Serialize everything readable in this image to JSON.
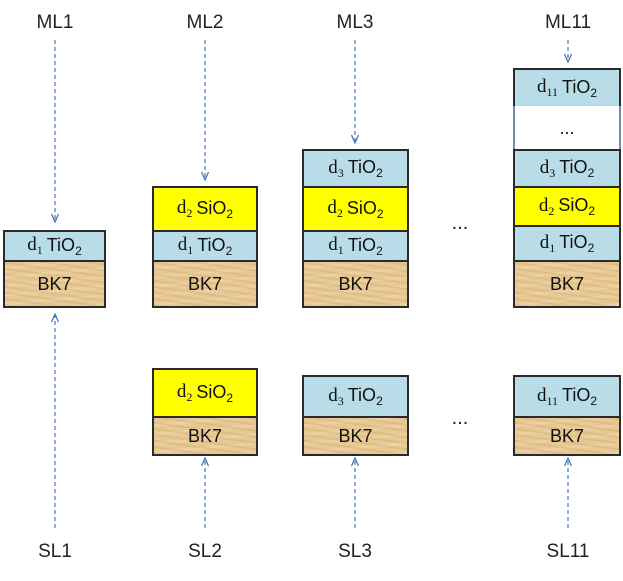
{
  "top_labels": [
    "ML1",
    "ML2",
    "ML3",
    "ML11"
  ],
  "bottom_labels": [
    "SL1",
    "SL2",
    "SL3",
    "SL11"
  ],
  "ellipsis": "...",
  "gap_label": "...",
  "colors": {
    "tio2": "#b9dde8",
    "sio2": "#ffff00",
    "bk7": "#e8c893",
    "arrow": "#4a78b8"
  },
  "layers": {
    "d1": "d",
    "d1_sub": "1",
    "d2": "d",
    "d2_sub": "2",
    "d3": "d",
    "d3_sub": "3",
    "d11": "d",
    "d11_sub": "11",
    "tio2": "TiO",
    "sio2": "SiO",
    "o2_sub": "2",
    "bk7": "BK7"
  }
}
